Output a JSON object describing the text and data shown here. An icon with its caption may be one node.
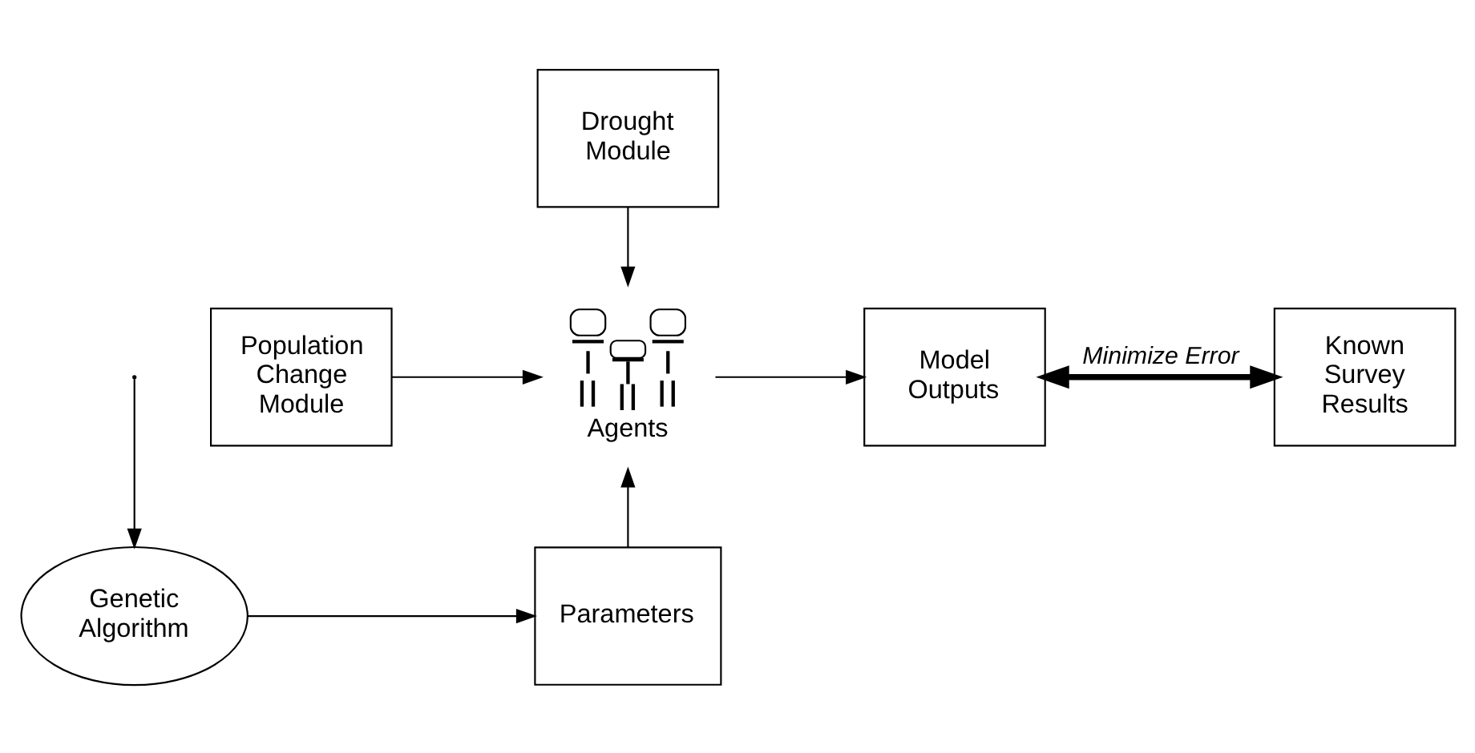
{
  "diagram": {
    "nodes": [
      {
        "text": [
          "Drought Module"
        ]
      },
      {
        "text": [
          "Population Change Module"
        ]
      },
      {
        "text": [
          "Agents"
        ]
      },
      {
        "text": [
          "Model Outputs"
        ]
      },
      {
        "text": [
          "Known Survey Results"
        ]
      },
      {
        "text": [
          "Genetic Algorithm"
        ]
      },
      {
        "text": [
          "Parameters"
        ]
      }
    ],
    "edges": [
      {
        "from": 1,
        "to": 2,
        "arrow": "to"
      },
      {
        "from": 0,
        "to": 2,
        "arrow": "to"
      },
      {
        "from": 2,
        "to": 3,
        "arrow": "to"
      },
      {
        "from": 3,
        "to": 4,
        "arrow": "both",
        "label": "Minimize Error",
        "style": "thick"
      },
      {
        "from": null,
        "to": 5,
        "arrow": "to"
      },
      {
        "from": 5,
        "to": 6,
        "arrow": "to"
      },
      {
        "from": 6,
        "to": 2,
        "arrow": "to"
      }
    ]
  }
}
